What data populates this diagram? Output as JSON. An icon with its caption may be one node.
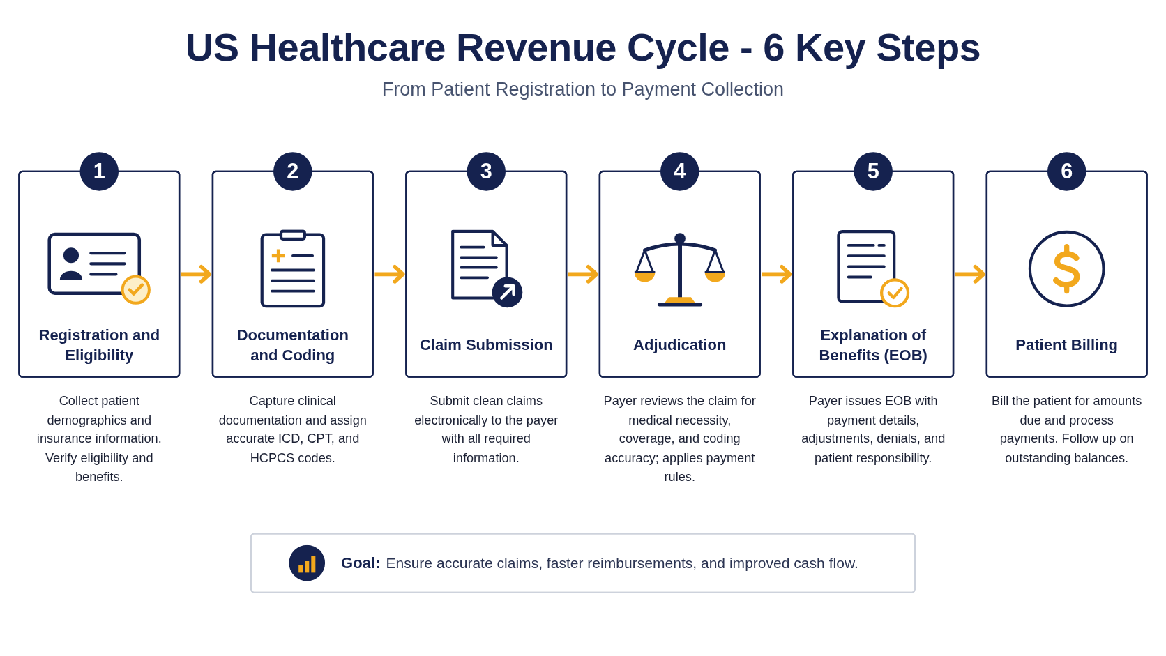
{
  "diagram": {
    "title": "US Healthcare Revenue Cycle - 6 Key Steps",
    "nodes": [
      {
        "text": [
          "1",
          "Registration and Eligibility"
        ],
        "beside": [
          "Collect patient demographics and insurance information. Verify eligibility and benefits."
        ]
      },
      {
        "text": [
          "2",
          "Documentation and Coding"
        ],
        "beside": [
          "Capture clinical documentation and assign accurate ICD, CPT, and HCPCS codes."
        ]
      },
      {
        "text": [
          "3",
          "Claim Submission"
        ],
        "beside": [
          "Submit clean claims electronically to the payer with all required information."
        ]
      },
      {
        "text": [
          "4",
          "Adjudication"
        ],
        "beside": [
          "Payer reviews the claim for medical necessity, coverage, and coding accuracy; applies payment rules."
        ]
      },
      {
        "text": [
          "5",
          "Explanation of Benefits (EOB)"
        ],
        "beside": [
          "Payer issues EOB with payment details, adjustments, denials, and patient responsibility."
        ]
      },
      {
        "text": [
          "6",
          "Patient Billing"
        ],
        "beside": [
          "Bill the patient for amounts due and process payments. Follow up on outstanding balances."
        ]
      },
      {
        "text": [
          "Goal:",
          "Ensure accurate claims, faster reimbursements, and improved cash flow."
        ]
      }
    ],
    "edges": [
      {
        "from": 0,
        "to": 1,
        "arrow": "to"
      },
      {
        "from": 1,
        "to": 2,
        "arrow": "to"
      },
      {
        "from": 2,
        "to": 3,
        "arrow": "to"
      },
      {
        "from": 3,
        "to": 4,
        "arrow": "to"
      },
      {
        "from": 4,
        "to": 5,
        "arrow": "to"
      }
    ],
    "labels": [
      "From Patient Registration to Payment Collection"
    ]
  }
}
